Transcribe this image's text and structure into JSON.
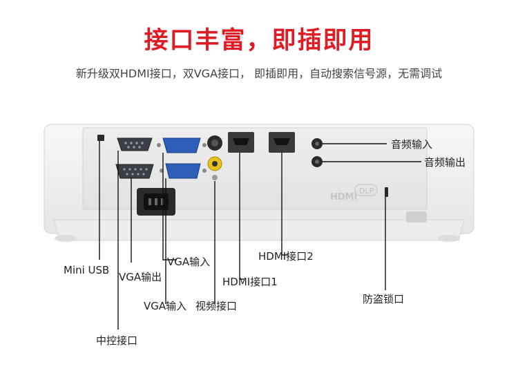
{
  "header": {
    "title": "接口丰富，即插即用",
    "subtitle": "新升级双HDMI接口，双VGA接口， 即插即用，自动搜索信号源，无需调试"
  },
  "labels": {
    "audio_in": "音频输入",
    "audio_out": "音频输出",
    "hdmi2": "HDMI接口2",
    "hdmi1": "HDMI接口1",
    "vga_in_upper": "VGA输入",
    "vga_in_lower": "VGA输入",
    "vga_out": "VGA输出",
    "mini_usb": "Mini USB",
    "video_port": "视频接口",
    "control_port": "中控接口",
    "security_lock": "防盗锁口"
  },
  "device": {
    "hdmi_badge": "HDMI",
    "dlp_badge": "DLP"
  },
  "colors": {
    "title": "#e01b24",
    "leader_line": "#111111"
  }
}
